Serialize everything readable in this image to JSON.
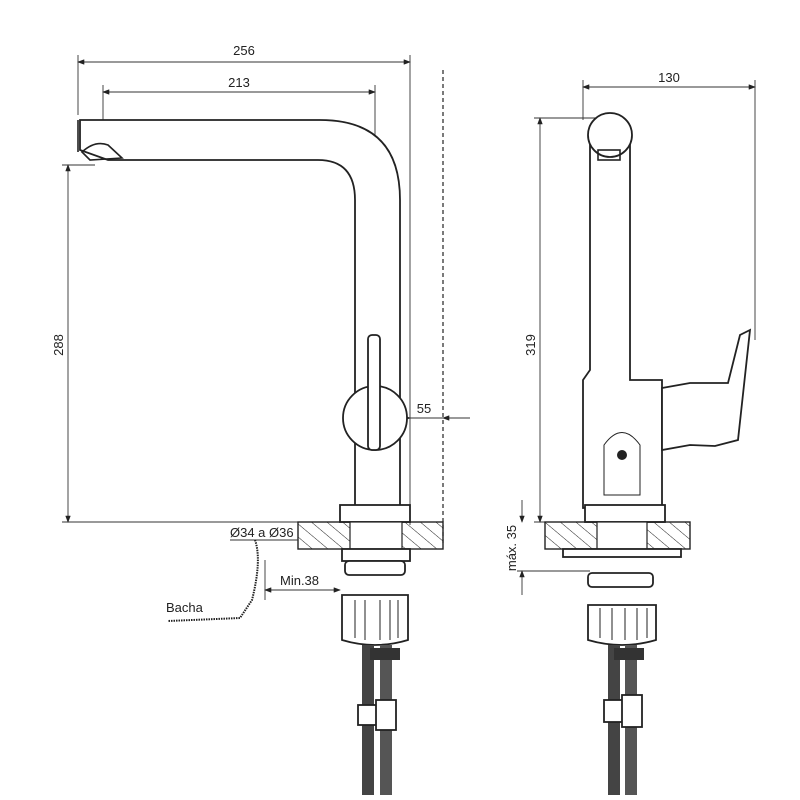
{
  "drawing": {
    "front_view": {
      "overall_reach": "256",
      "spout_reach": "213",
      "spout_height": "288",
      "body_offset": "55",
      "hole_diameter": "Ø34 a Ø36",
      "min_clearance": "Min.38",
      "sink_label": "Bacha"
    },
    "side_view": {
      "depth": "130",
      "total_height": "319",
      "max_counter_thickness": "máx. 35"
    }
  }
}
